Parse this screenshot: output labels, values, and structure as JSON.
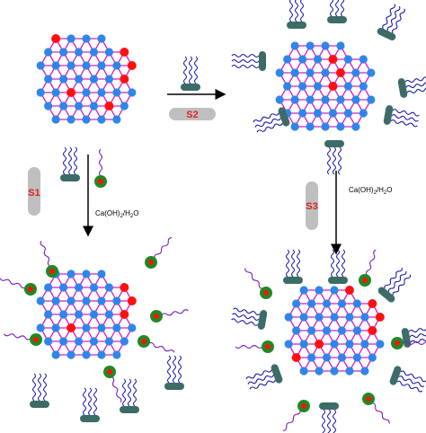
{
  "diagram": {
    "steps": [
      {
        "id": "S1",
        "label": "S1"
      },
      {
        "id": "S2",
        "label": "S2"
      },
      {
        "id": "S3",
        "label": "S3"
      }
    ],
    "reagent_left": {
      "prefix": "Ca(OH)",
      "sub1": "2",
      "mid": "/H",
      "sub2": "2",
      "suffix": "O"
    },
    "reagent_right": {
      "prefix": "Ca(OH)",
      "sub1": "2",
      "mid": "/H",
      "sub2": "2",
      "suffix": "O"
    }
  },
  "colors": {
    "lattice_bond": "#d81bd0",
    "lattice_atom": "#2f86e8",
    "reactive_atom": "#ff1010",
    "surfactant_head": "#3d6c67",
    "surfactant_tail": "#1c1ca8",
    "green_head": "#1f8a22",
    "green_tail": "#7b1fbf",
    "step_pill": "#bfbfbf",
    "step_text": "#e32020",
    "arrow": "#000000"
  }
}
